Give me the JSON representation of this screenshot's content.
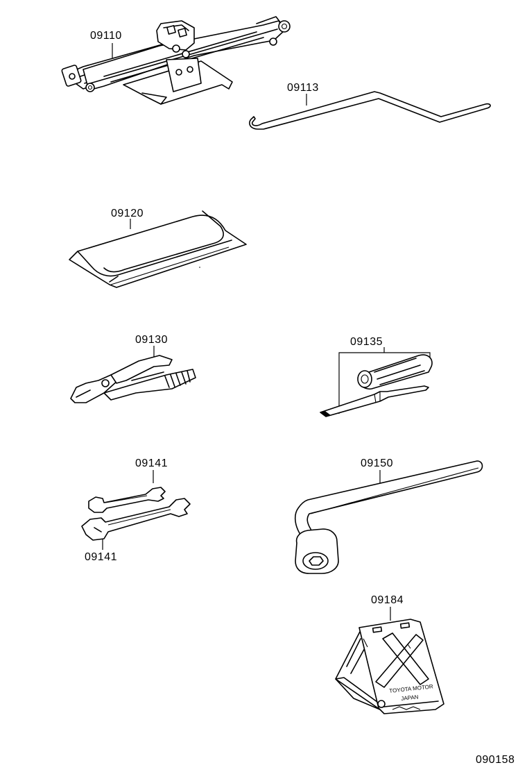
{
  "parts": {
    "jack": "09110",
    "jack_handle": "09113",
    "tool_bag": "09120",
    "pliers": "09130",
    "screwdriver": "09135",
    "wrench_upper": "09141",
    "wrench_lower": "09141",
    "wheel_nut_wrench": "09150",
    "wheel_chock": "09184"
  },
  "chock_marking": {
    "line1": "TOYOTA MOTOR",
    "line2": "JAPAN"
  },
  "figure_number": "090158"
}
